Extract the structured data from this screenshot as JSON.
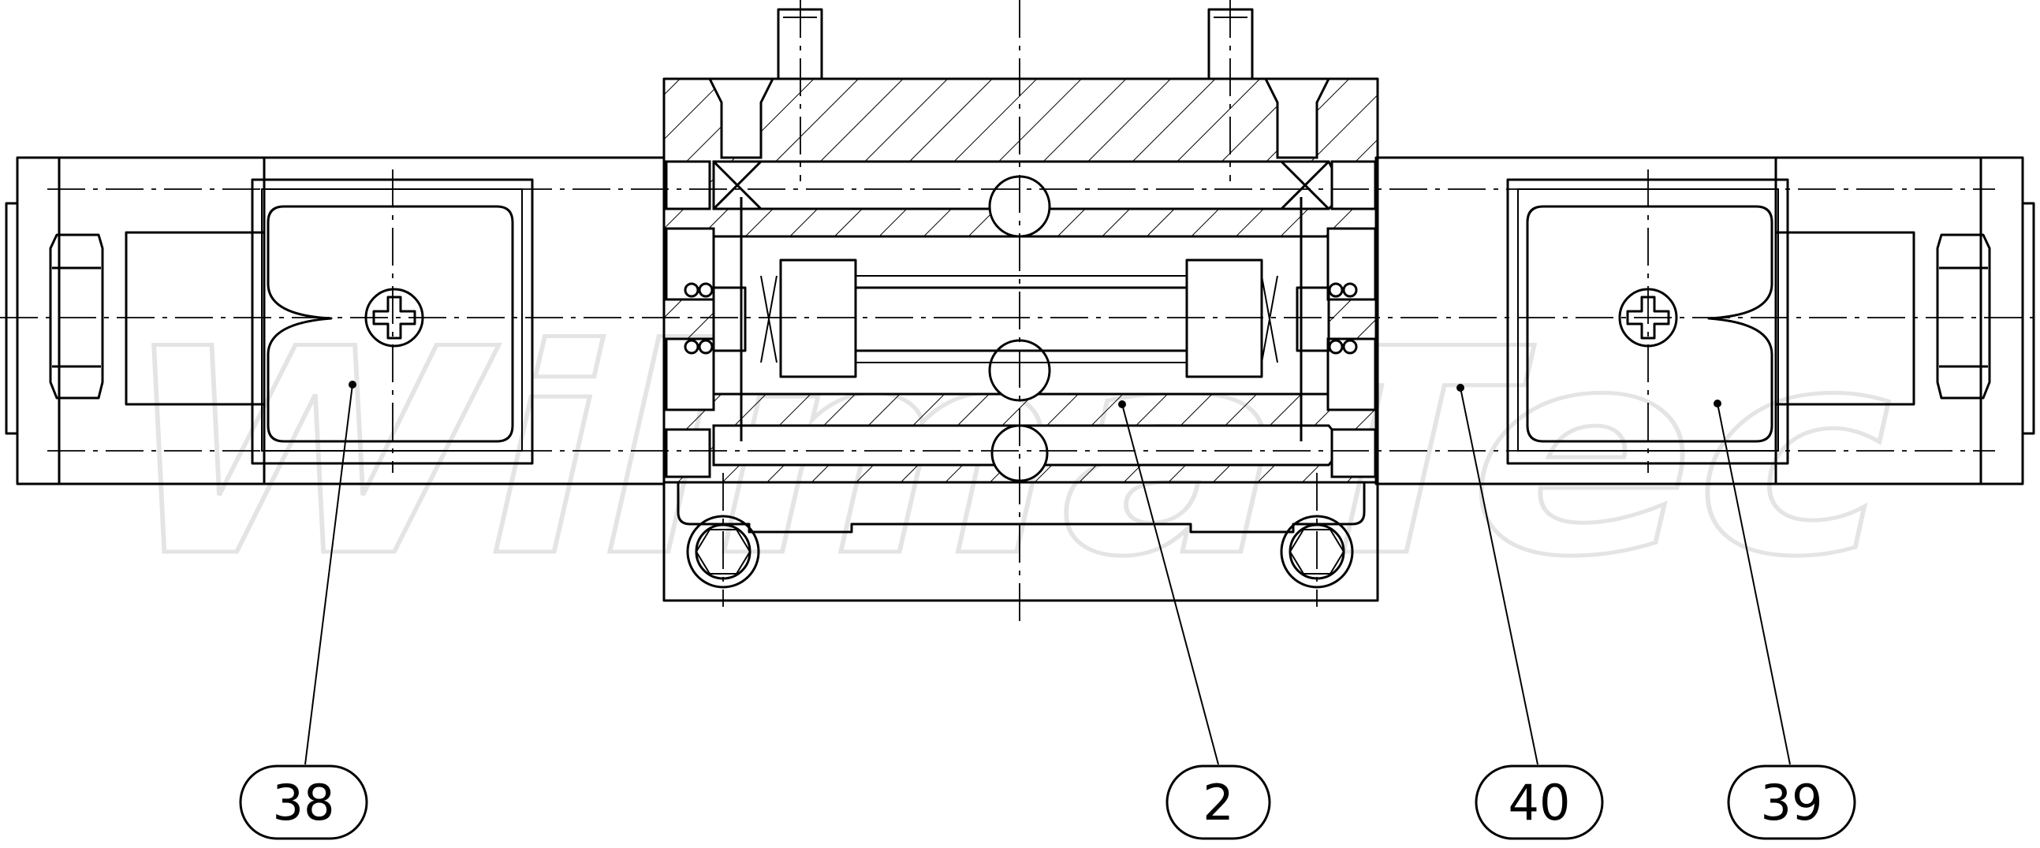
{
  "watermark": "WilmaTec",
  "callouts": [
    {
      "label": "38"
    },
    {
      "label": "2"
    },
    {
      "label": "40"
    },
    {
      "label": "39"
    }
  ],
  "colors": {
    "line": "#000000",
    "background": "#ffffff",
    "watermark": "#e4e4e4"
  }
}
